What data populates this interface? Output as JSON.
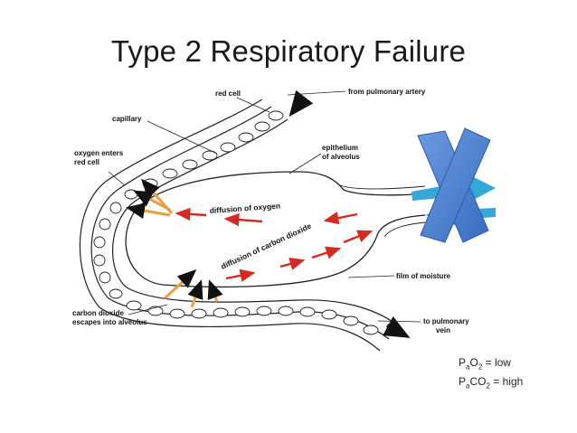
{
  "slide": {
    "title": "Type 2 Respiratory Failure"
  },
  "diagram": {
    "labels": {
      "red_cell": "red cell",
      "from_artery": "from pulmonary artery",
      "capillary": "capillary",
      "epithelium_line1": "epithelium",
      "epithelium_line2": "of alveolus",
      "oxygen_enters_line1": "oxygen enters",
      "oxygen_enters_line2": "red cell",
      "diffusion_oxygen": "diffusion of oxygen",
      "diffusion_co2": "diffusion of carbon dioxide",
      "film_moisture": "film of moisture",
      "co2_escapes_line1": "carbon dioxide",
      "co2_escapes_line2": "escapes into alveolus",
      "to_vein_line1": "to pulmonary",
      "to_vein_line2": "vein"
    },
    "colors": {
      "diffusion_arrows": "#d42a22",
      "orange_arrows": "#e8a040",
      "x_mark": "#4a7fd0",
      "blue_arrows": "#36a8d8"
    },
    "icons": [
      "x-mark-icon",
      "flow-arrow-icon"
    ]
  },
  "blood_gases": {
    "pao2": {
      "main": "P",
      "sub1": "a",
      "mid": "O",
      "sub2": "2",
      "rest": " = low"
    },
    "paco2": {
      "main": "P",
      "sub1": "a",
      "mid": "CO",
      "sub2": "2",
      "rest": " = high"
    }
  }
}
